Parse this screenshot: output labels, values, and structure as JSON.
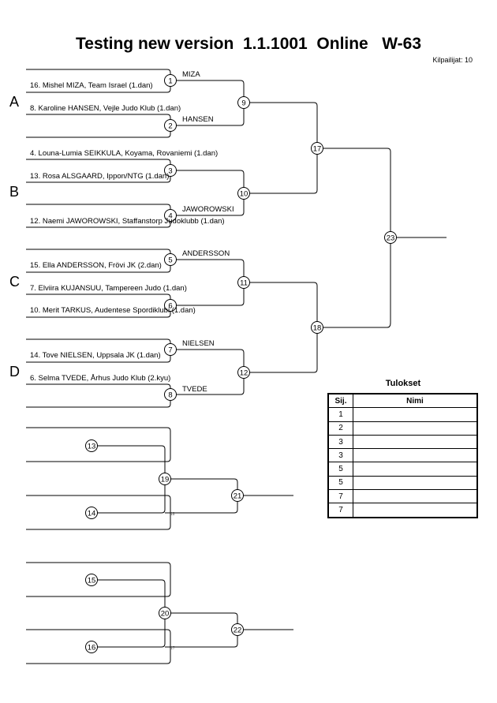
{
  "header": {
    "title": "Testing new version  1.1.1001  Online   W-63",
    "competitors": "Kilpailijat: 10"
  },
  "pools": [
    "A",
    "B",
    "C",
    "D"
  ],
  "entries": [
    "16. Mishel MIZA, Team Israel (1.dan)",
    "8. Karoline HANSEN, Vejle Judo Klub (1.dan)",
    "4. Louna-Lumia SEIKKULA, Koyama, Rovaniemi (1.dan)",
    "13. Rosa ALSGAARD, Ippon/NTG (1.dan)",
    "12. Naemi JAWOROWSKI, Staffanstorp Judoklubb (1.dan)",
    "15. Ella ANDERSSON, Frövi JK (2.dan)",
    "7. Elviira KUJANSUU, Tampereen Judo (1.dan)",
    "10. Merit TARKUS, Audentese Spordiklubi (1.dan)",
    "14. Tove NIELSEN, Uppsala JK (1.dan)",
    "6. Selma TVEDE, Århus Judo Klub (2.kyu)"
  ],
  "winners": [
    "MIZA",
    "HANSEN",
    "JAWOROWSKI",
    "ANDERSSON",
    "NIELSEN",
    "TVEDE"
  ],
  "match_numbers": [
    "1",
    "2",
    "3",
    "4",
    "5",
    "6",
    "7",
    "8",
    "9",
    "10",
    "11",
    "12",
    "13",
    "14",
    "15",
    "16",
    "17",
    "18",
    "19",
    "20",
    "21",
    "22",
    "23"
  ],
  "small_marks": [
    "18",
    "17"
  ],
  "results": {
    "title": "Tulokset",
    "col_place": "Sij.",
    "col_name": "Nimi",
    "places": [
      "1",
      "2",
      "3",
      "3",
      "5",
      "5",
      "7",
      "7"
    ]
  }
}
